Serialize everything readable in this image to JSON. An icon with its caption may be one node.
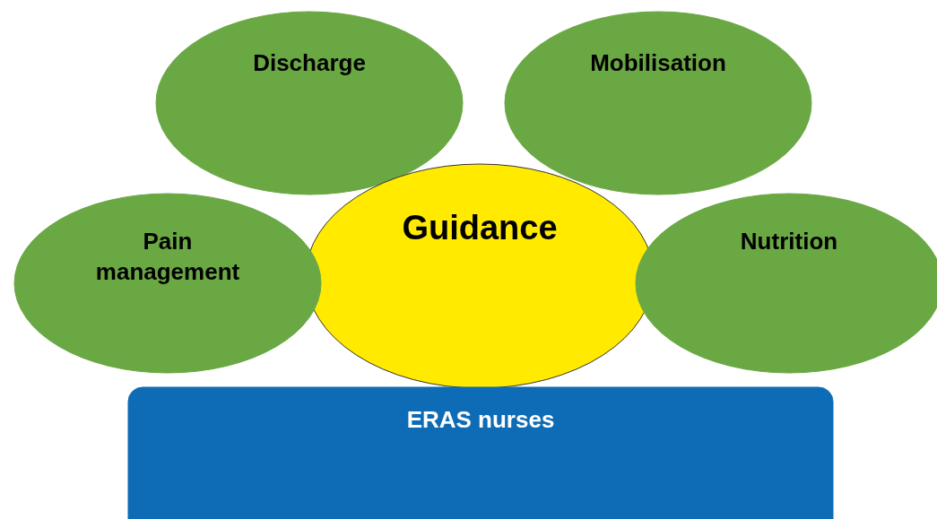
{
  "diagram": {
    "nodes": [
      {
        "text": [
          "Discharge"
        ]
      },
      {
        "text": [
          "Mobilisation"
        ]
      },
      {
        "text": [
          "Pain management"
        ]
      },
      {
        "text": [
          "Guidance"
        ]
      },
      {
        "text": [
          "Nutrition"
        ]
      },
      {
        "text": [
          "ERAS nurses"
        ]
      }
    ]
  }
}
